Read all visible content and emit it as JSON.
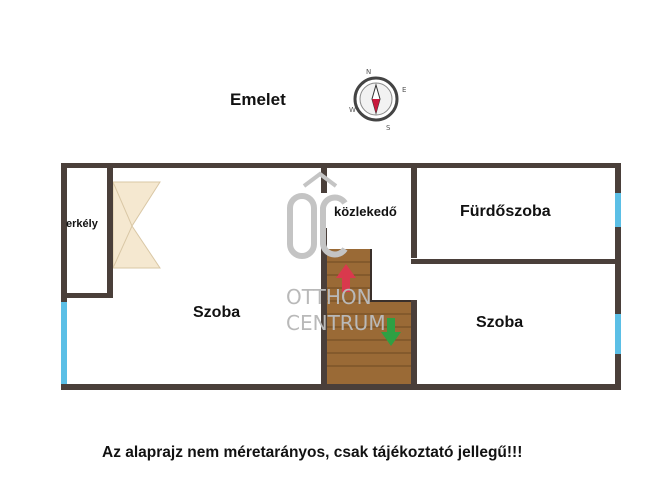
{
  "title": "Emelet",
  "disclaimer": "Az alaprajz nem méretarányos, csak tájékoztató jellegű!!!",
  "rooms": {
    "erkely": "erkély",
    "szoba_left": "Szoba",
    "kozlekedo": "közlekedő",
    "furdoszoba": "Fürdőszoba",
    "szoba_right": "Szoba"
  },
  "watermark": {
    "line1": "OTTHON",
    "line2": "CENTRUM"
  },
  "compass": {
    "n": "N",
    "s": "S",
    "e": "E",
    "w": "W"
  },
  "colors": {
    "wall": "#4a3f3a",
    "window": "#5bbfe6",
    "stairs": "#9a6a36",
    "arrow_up": "#d9394d",
    "arrow_down": "#2ea043",
    "door": "#f5e8d0"
  }
}
